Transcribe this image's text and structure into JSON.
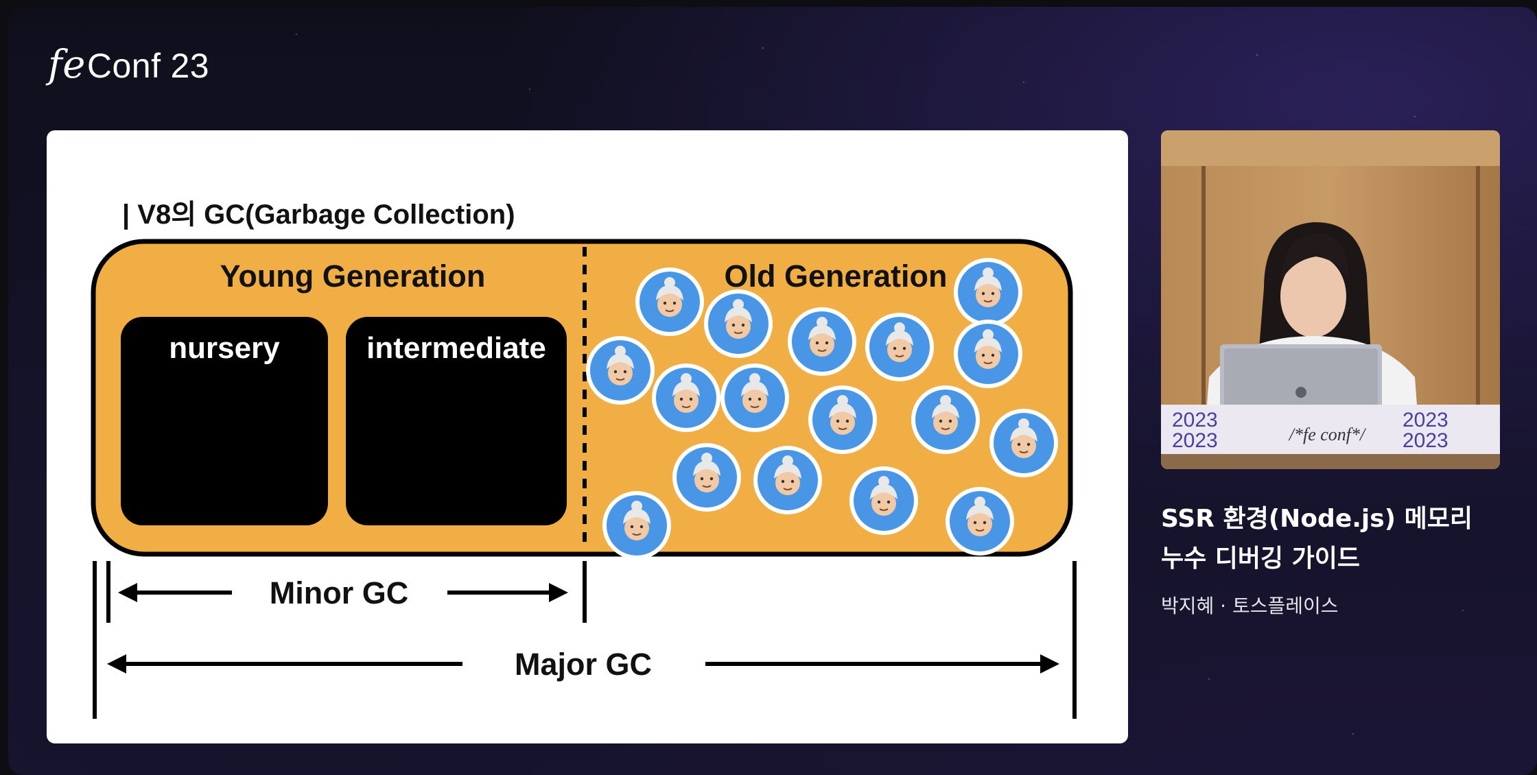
{
  "logo": {
    "fe": "fe",
    "conf": "Conf",
    "year": "23"
  },
  "slide": {
    "title": "| V8의 GC(Garbage Collection)",
    "young_label": "Young Generation",
    "old_label": "Old Generation",
    "nursery_label": "nursery",
    "intermediate_label": "intermediate",
    "minor_gc_label": "Minor GC",
    "major_gc_label": "Major GC",
    "object_icon": "old-person-emoji"
  },
  "talk": {
    "title_line1": "SSR 환경(Node.js) 메모리",
    "title_line2": "누수 디버깅 가이드",
    "speaker": "박지혜 · 토스플레이스"
  },
  "podium": {
    "year_text": "2023",
    "brand": "/*fe conf*/"
  },
  "colors": {
    "heap_fill": "#f0ae45",
    "object_blue": "#4a96e6",
    "slide_bg": "#ffffff"
  }
}
